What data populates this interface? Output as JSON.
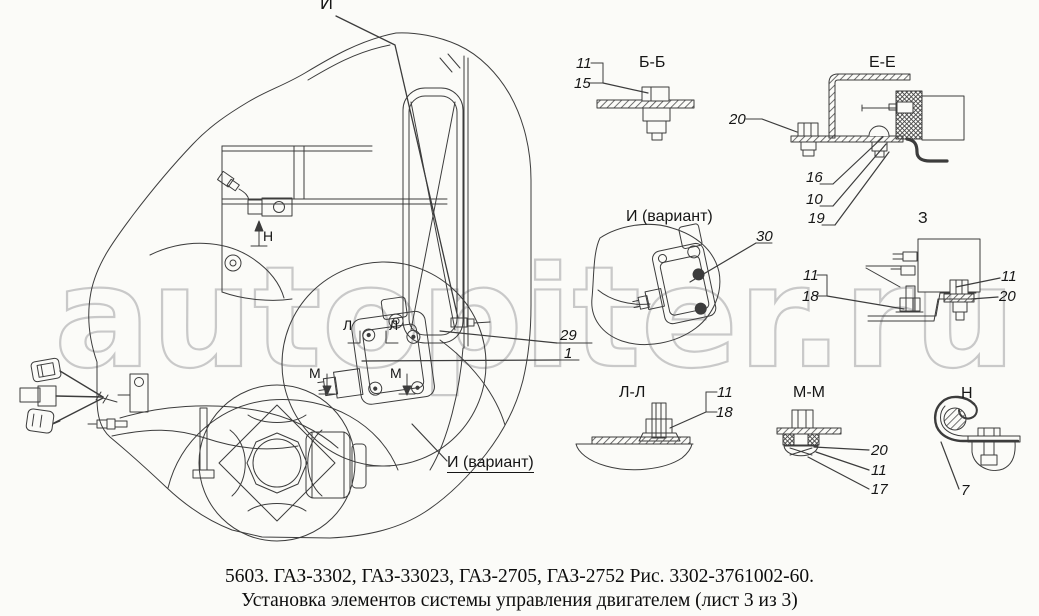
{
  "page": {
    "background": "#fbfbf8",
    "line_color": "#3c3c3c",
    "text_color": "#161616",
    "watermark_color": "#c9c9c9"
  },
  "watermark": {
    "text": "autopiter.ru"
  },
  "main_view": {
    "top_label": "И",
    "marker_n": "Н",
    "marker_l_left": "Л",
    "marker_l_right": "Л",
    "marker_m_left": "М",
    "marker_m_right": "М",
    "callout_29": "29",
    "callout_1": "1",
    "callout_variant": "И (вариант)"
  },
  "details": {
    "bb": {
      "title": "Б-Б",
      "label_11": "11",
      "label_15": "15"
    },
    "ee": {
      "title": "Е-Е",
      "label_20": "20",
      "label_16": "16",
      "label_10": "10",
      "label_19": "19"
    },
    "ivariant": {
      "title": "И (вариант)",
      "label_30": "30"
    },
    "z": {
      "title": "З",
      "left_label_11": "11",
      "left_label_18": "18",
      "right_label_11": "11",
      "right_label_20": "20"
    },
    "ll": {
      "title": "Л-Л",
      "label_11": "11",
      "label_18": "18"
    },
    "mm": {
      "title": "М-М",
      "label_20": "20",
      "label_11": "11",
      "label_17": "17"
    },
    "n": {
      "title": "Н",
      "label_7": "7"
    }
  },
  "caption": {
    "line1": "5603. ГАЗ-3302, ГАЗ-33023, ГАЗ-2705, ГАЗ-2752 Рис. 3302-3761002-60.",
    "line2": "Установка элементов системы управления двигателем (лист 3 из 3)"
  }
}
